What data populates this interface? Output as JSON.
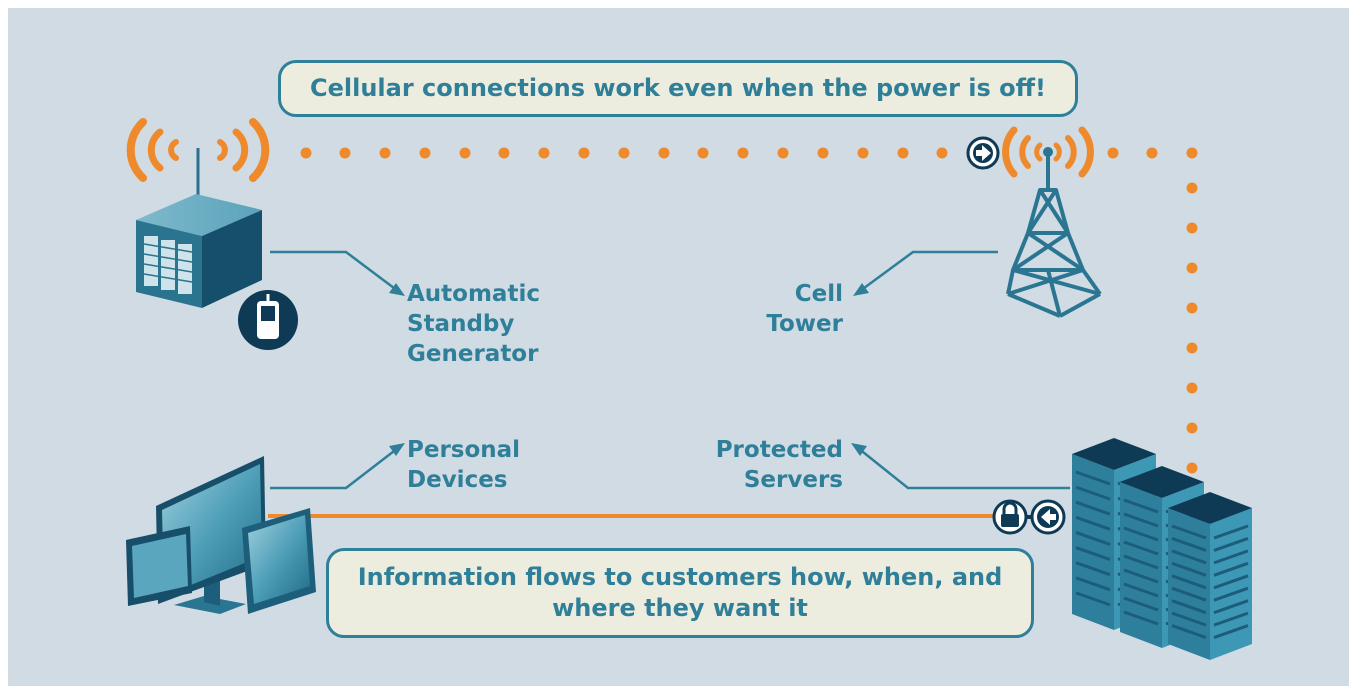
{
  "callouts": {
    "top": "Cellular connections work even when the power is off!",
    "bottom": "Information flows to customers how, when, and\nwhere they want it"
  },
  "labels": {
    "generator": "Automatic\nStandby\nGenerator",
    "cell_tower": "Cell\nTower",
    "personal_devices": "Personal\nDevices",
    "protected_servers": "Protected\nServers"
  },
  "icons": {
    "generator": "generator-icon",
    "phone": "mobile-phone-icon",
    "signal": "wireless-signal-icon",
    "tower": "cell-tower-icon",
    "devices": "personal-devices-icon",
    "servers": "server-rack-icon",
    "arrow_right": "arrow-right-icon",
    "arrow_left": "arrow-left-icon",
    "lock": "lock-icon"
  },
  "colors": {
    "background": "#d0dbe4",
    "accent_orange": "#ee8a2c",
    "teal": "#2f7f99",
    "dark_navy": "#0e3a55",
    "callout_fill": "#ededdf"
  }
}
